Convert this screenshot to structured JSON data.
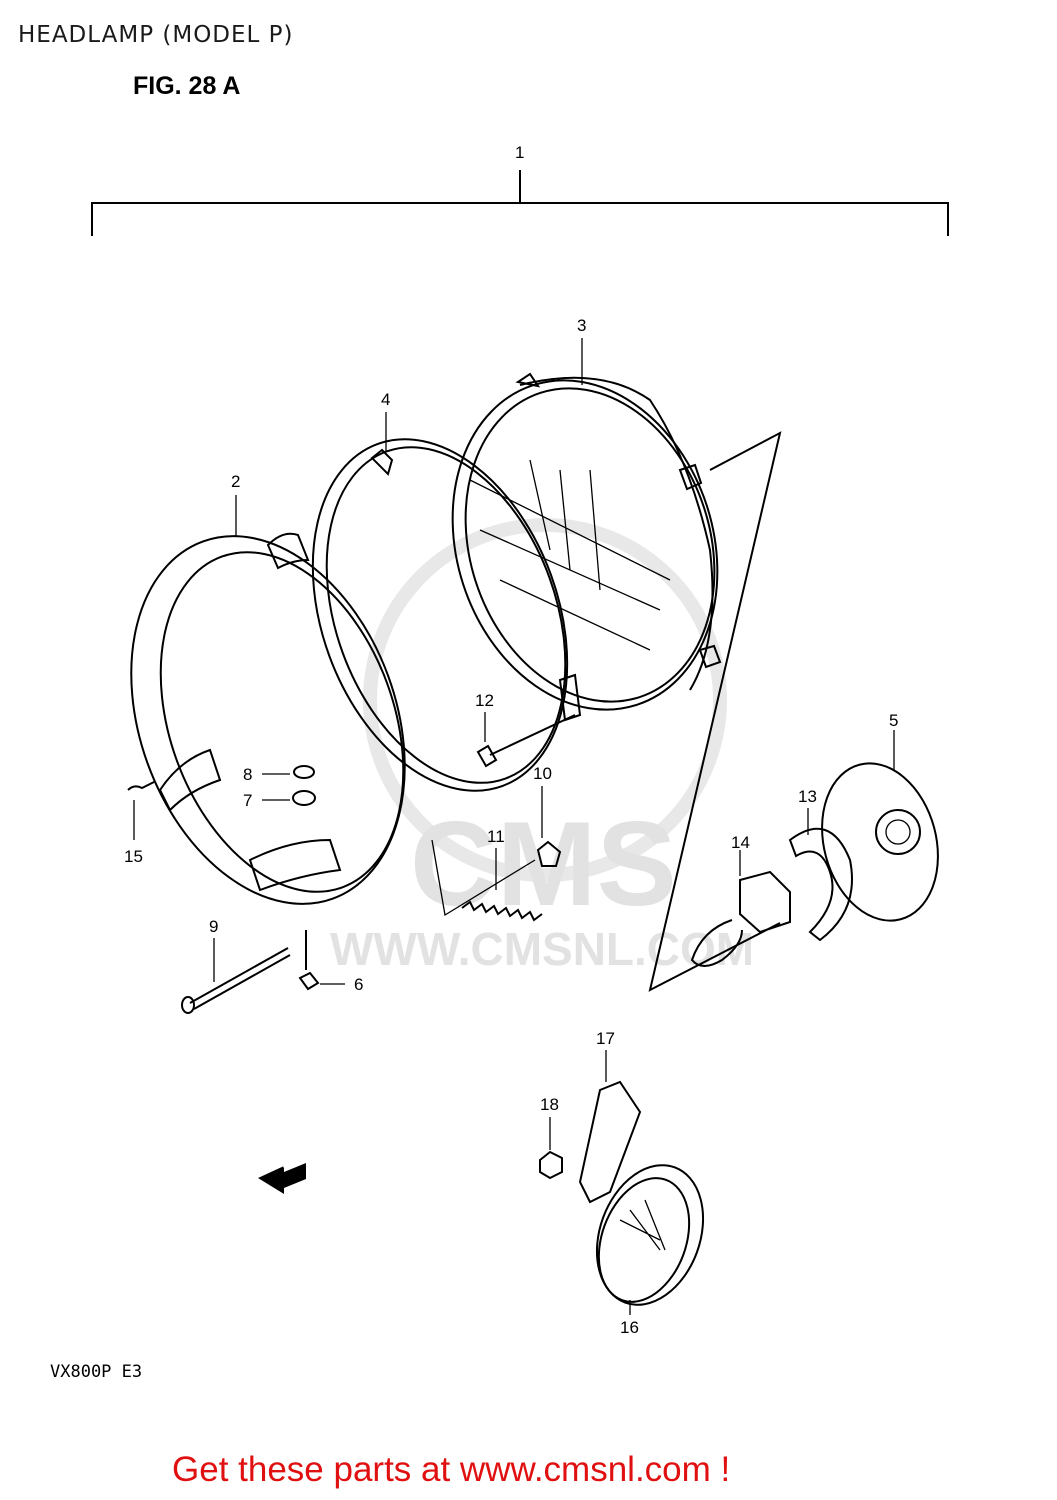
{
  "header": {
    "title": "HEADLAMP (MODEL P)",
    "figure": "FIG. 28 A"
  },
  "footer": {
    "model_code": "VX800P E3",
    "cta": "Get these parts at www.cmsnl.com !"
  },
  "watermark": {
    "logo": "CMS",
    "url": "WWW.CMSNL.COM"
  },
  "diagram": {
    "fwd_arrow": "FWD",
    "callouts": [
      "1",
      "2",
      "3",
      "4",
      "5",
      "6",
      "7",
      "8",
      "9",
      "10",
      "11",
      "12",
      "13",
      "14",
      "15",
      "16",
      "17",
      "18"
    ]
  },
  "colors": {
    "cta": "#e01010",
    "ink": "#000000",
    "watermark": "#e2e2e2"
  }
}
